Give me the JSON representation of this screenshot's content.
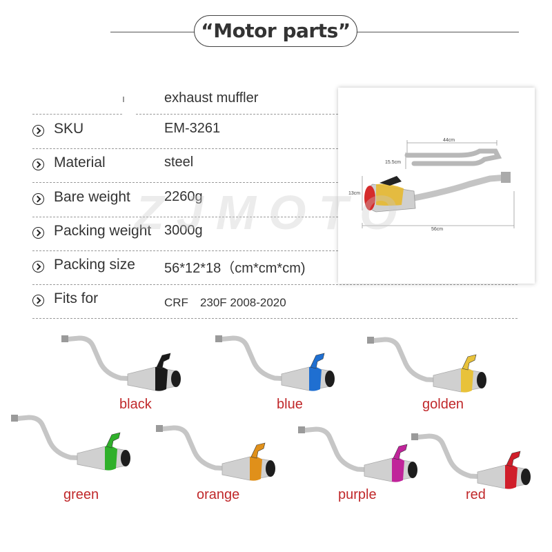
{
  "header": {
    "title": "“Motor parts”"
  },
  "spec": {
    "product_name": "exhaust muffler",
    "rows": [
      {
        "label": "SKU",
        "value": "EM-3261"
      },
      {
        "label": "Material",
        "value": "steel"
      },
      {
        "label": "Bare weight",
        "value": "2260g"
      },
      {
        "label": "Packing weight",
        "value": "3000g"
      },
      {
        "label": "Packing size",
        "value": "56*12*18（cm*cm*cm)"
      },
      {
        "label": "Fits for",
        "value": "CRF　230F 2008-2020"
      }
    ]
  },
  "photo": {
    "dim_top": "44cm",
    "dim_height": "15.5cm",
    "dim_side": "13cm",
    "dim_length": "56cm"
  },
  "watermark": "ZJMOTO",
  "variants": [
    {
      "name": "black",
      "color": "#1a1a1a"
    },
    {
      "name": "blue",
      "color": "#1f6fd1"
    },
    {
      "name": "golden",
      "color": "#e8c23a"
    },
    {
      "name": "green",
      "color": "#2fb02a"
    },
    {
      "name": "orange",
      "color": "#e0901a"
    },
    {
      "name": "purple",
      "color": "#c0249a"
    },
    {
      "name": "red",
      "color": "#d01e2a"
    }
  ]
}
